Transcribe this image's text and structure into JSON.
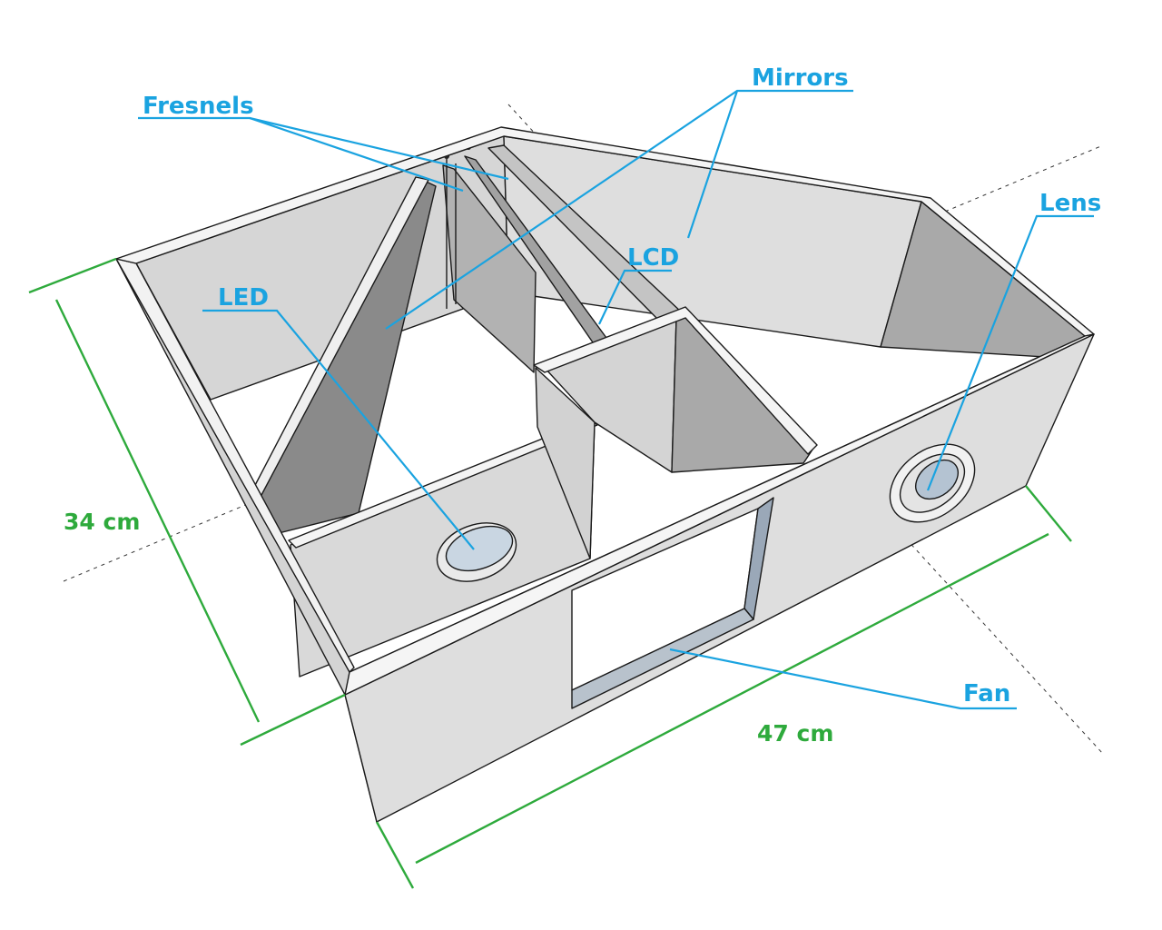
{
  "labels": {
    "fresnels": "Fresnels",
    "mirrors": "Mirrors",
    "lens": "Lens",
    "lcd": "LCD",
    "led": "LED",
    "fan": "Fan"
  },
  "dimensions": {
    "depth": "34 cm",
    "width": "47 cm"
  },
  "colors": {
    "label": "#1aa3e0",
    "dimension": "#2eaa3c"
  }
}
